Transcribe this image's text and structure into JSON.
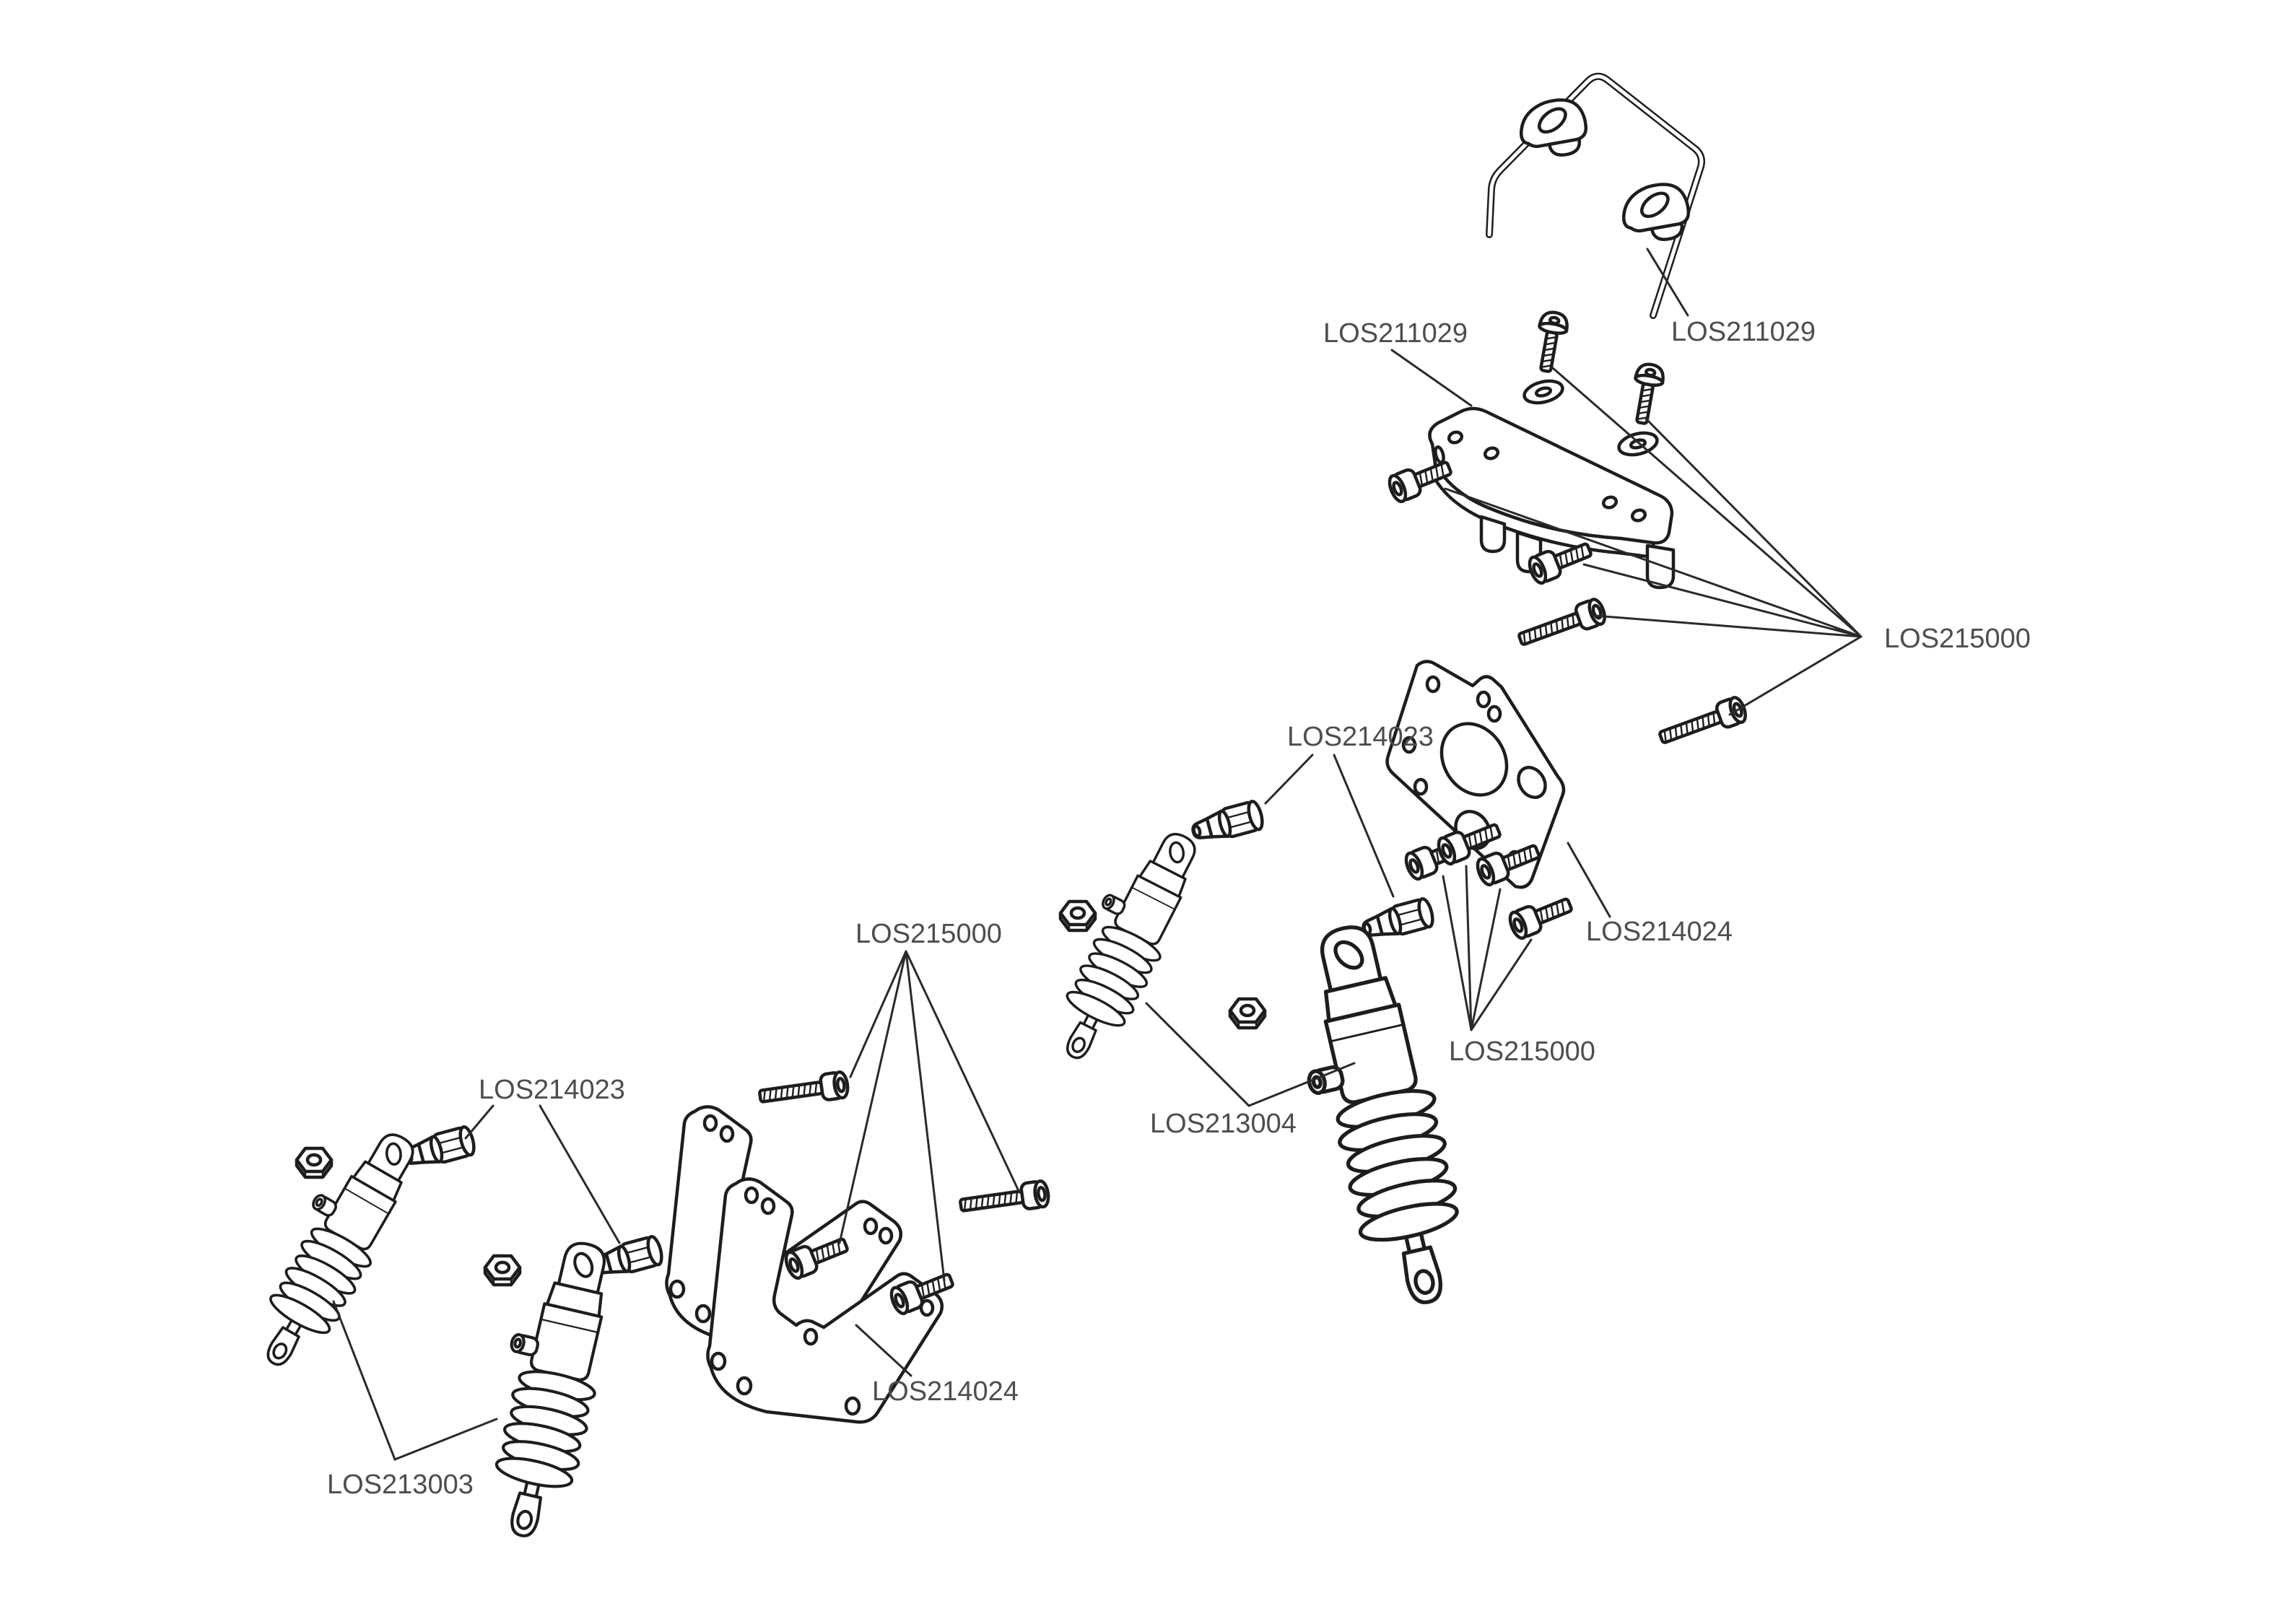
{
  "diagram": {
    "type": "exploded-parts-diagram",
    "background_color": "#ffffff",
    "line_color": "#1d1d1d",
    "label_color": "#4d4d4d",
    "labels": [
      {
        "id": "rollbar-label",
        "text": "LOS211029"
      },
      {
        "id": "rollbar-mount-label",
        "text": "LOS211029"
      },
      {
        "id": "screws-right-label",
        "text": "LOS215000"
      },
      {
        "id": "bushings-middle-label",
        "text": "LOS214023"
      },
      {
        "id": "plate-right-label",
        "text": "LOS214024"
      },
      {
        "id": "screws-middle-label",
        "text": "LOS215000"
      },
      {
        "id": "shocks-middle-label",
        "text": "LOS213004"
      },
      {
        "id": "bushings-left-label",
        "text": "LOS214023"
      },
      {
        "id": "shocks-left-label",
        "text": "LOS213003"
      },
      {
        "id": "tower-left-label",
        "text": "LOS214024"
      },
      {
        "id": "screws-center-label",
        "text": "LOS215000"
      }
    ]
  }
}
